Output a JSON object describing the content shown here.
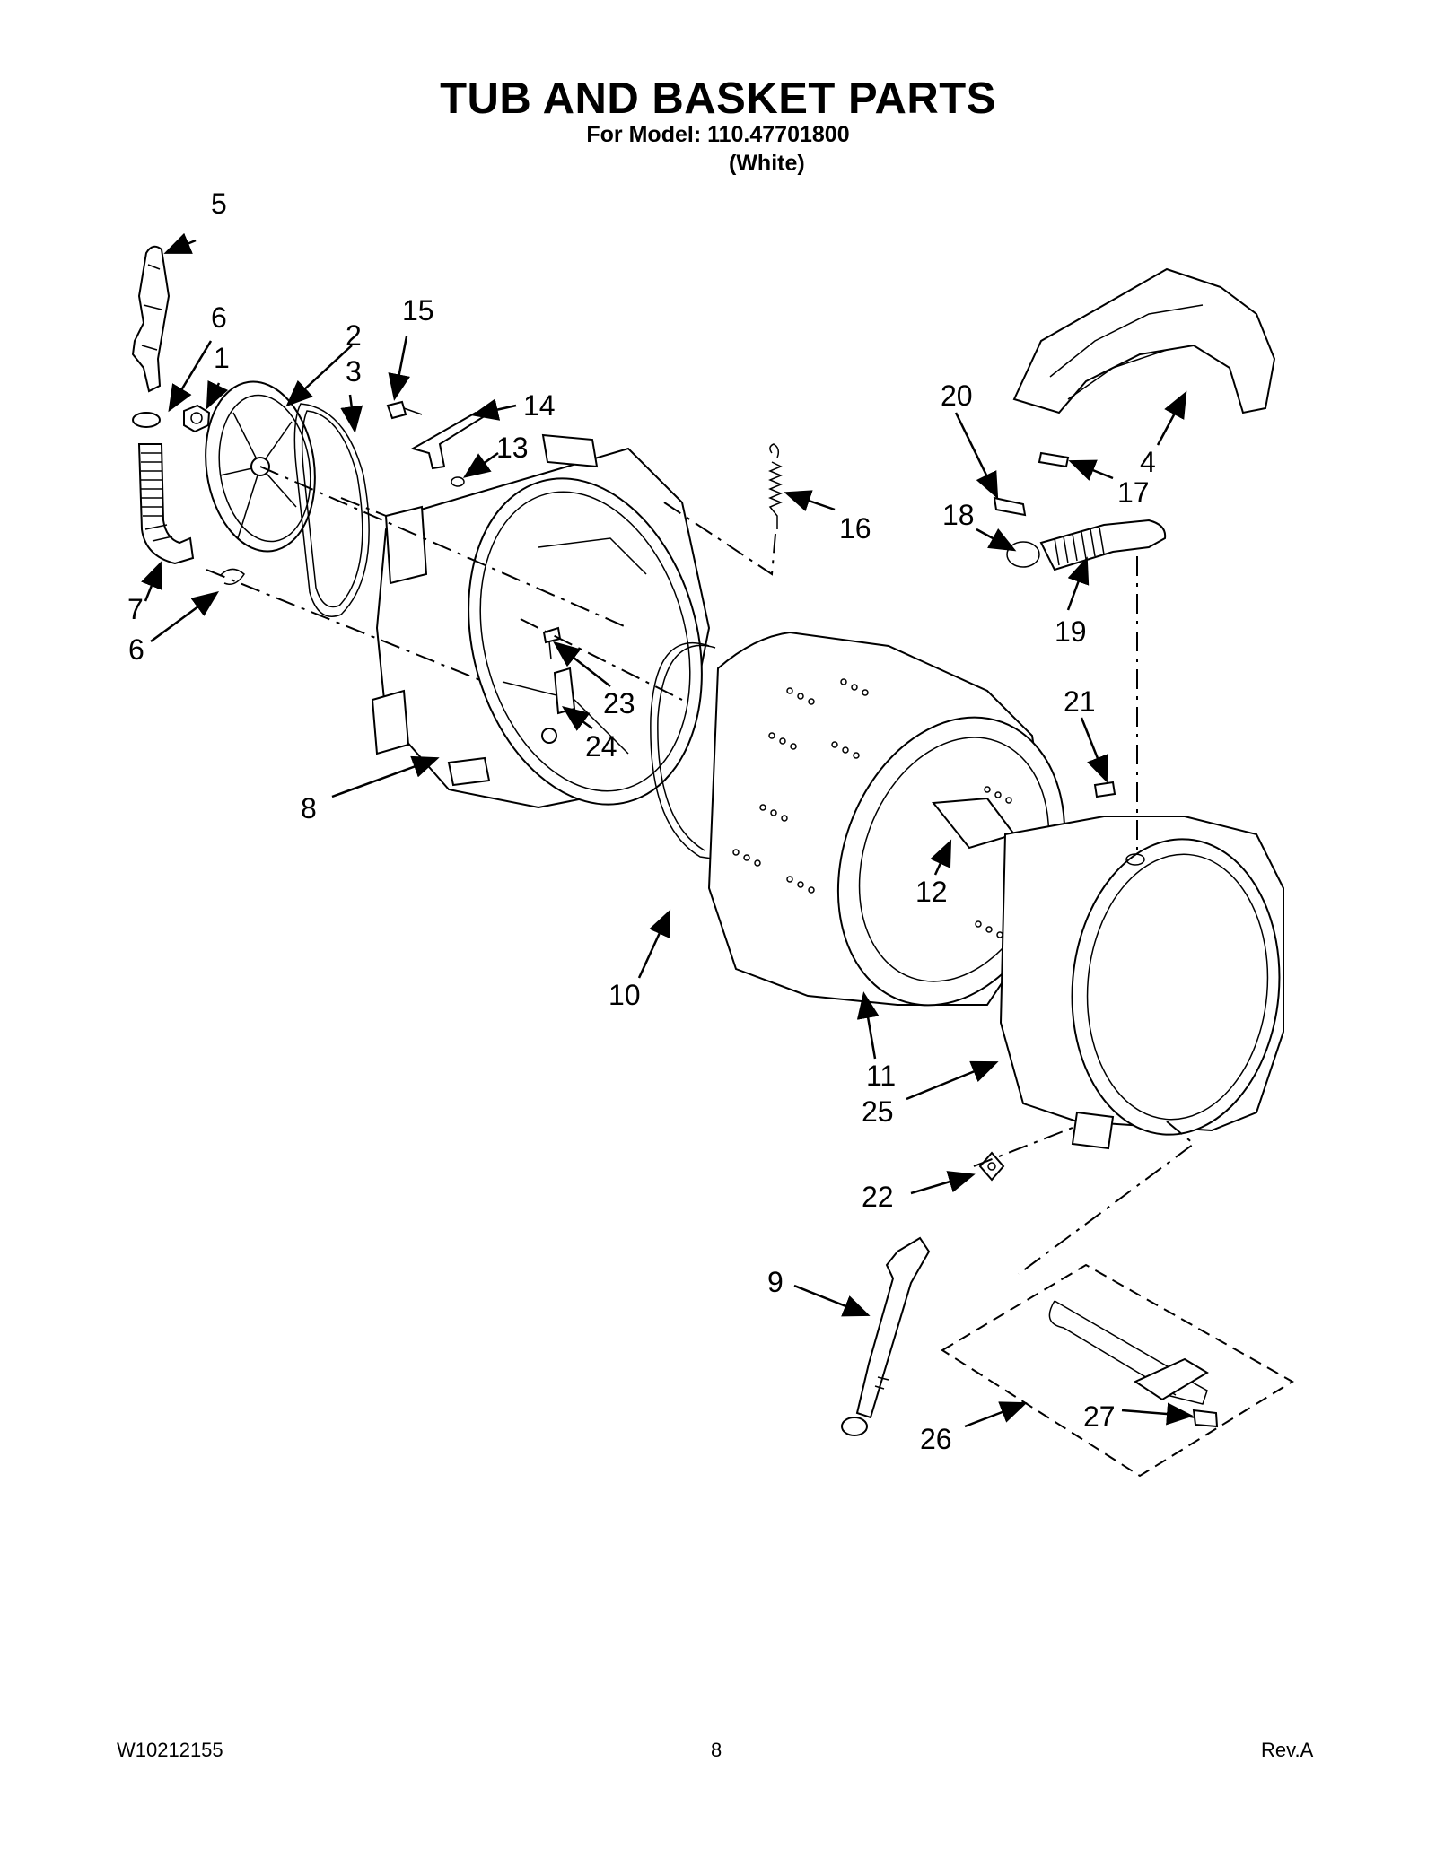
{
  "header": {
    "title": "TUB AND BASKET PARTS",
    "model_line": "For Model: 110.47701800",
    "color_line": "(White)"
  },
  "callouts": [
    "5",
    "6",
    "1",
    "2",
    "3",
    "15",
    "14",
    "13",
    "16",
    "20",
    "4",
    "17",
    "18",
    "19",
    "7",
    "6",
    "23",
    "24",
    "8",
    "21",
    "12",
    "10",
    "11",
    "25",
    "22",
    "9",
    "26",
    "27"
  ],
  "footer": {
    "doc_number": "W10212155",
    "page": "8",
    "revision": "Rev.A"
  }
}
